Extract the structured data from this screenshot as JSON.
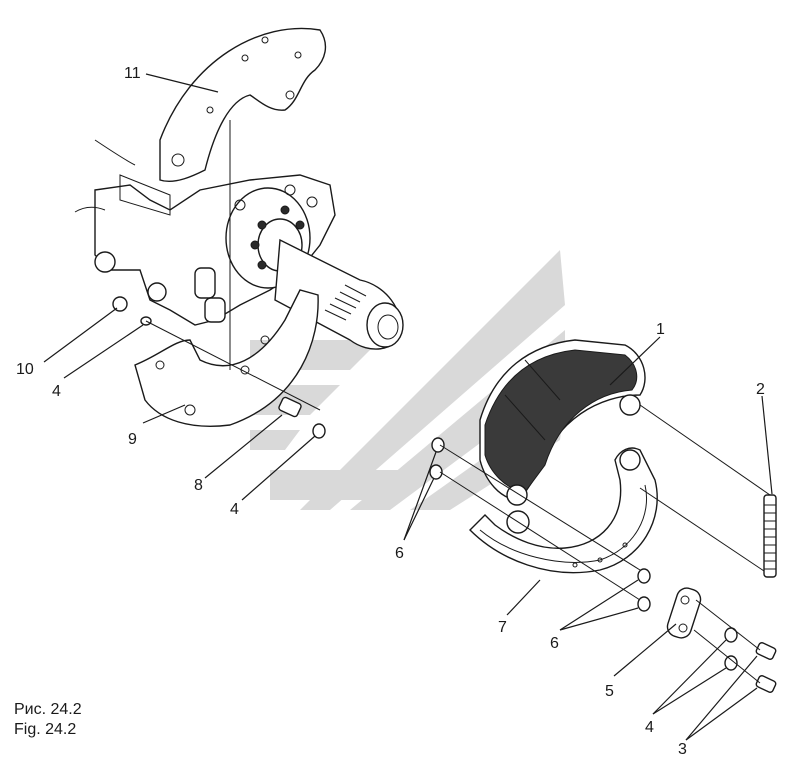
{
  "figure": {
    "caption_ru": "Рис. 24.2",
    "caption_en": "Fig. 24.2"
  },
  "callouts": [
    {
      "id": "c11",
      "label": "11"
    },
    {
      "id": "c10",
      "label": "10"
    },
    {
      "id": "c4a",
      "label": "4"
    },
    {
      "id": "c9",
      "label": "9"
    },
    {
      "id": "c8",
      "label": "8"
    },
    {
      "id": "c4b",
      "label": "4"
    },
    {
      "id": "c1",
      "label": "1"
    },
    {
      "id": "c2",
      "label": "2"
    },
    {
      "id": "c6a",
      "label": "6"
    },
    {
      "id": "c7",
      "label": "7"
    },
    {
      "id": "c6b",
      "label": "6"
    },
    {
      "id": "c5",
      "label": "5"
    },
    {
      "id": "c4c",
      "label": "4"
    },
    {
      "id": "c3",
      "label": "3"
    }
  ],
  "colors": {
    "ink": "#1a1a1a",
    "watermark": "#d9d9d9",
    "lining": "#3a3a3a"
  }
}
